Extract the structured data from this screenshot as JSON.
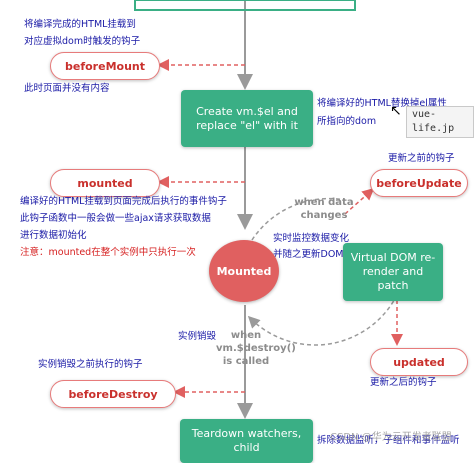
{
  "notes": {
    "mount_top_1": "将编译完成的HTML挂载到",
    "mount_top_2": "对应虚拟dom时触发的钩子",
    "no_content": "此时页面并没有内容",
    "replace_el_1": "将编译好的HTML替换掉el属性",
    "replace_el_2": "所指向的dom",
    "mounted_1": "编译好的HTML挂载到页面完成后执行的事件钩子",
    "mounted_2": "此钩子函数中一般会做一些ajax请求获取数据",
    "mounted_3": "进行数据初始化",
    "mounted_4": "注意：mounted在整个实例中只执行一次",
    "before_update": "更新之前的钩子",
    "watch_1": "实时监控数据变化",
    "watch_2": "并随之更新DOM",
    "destroy": "实例销毁",
    "before_destroy": "实例销毁之前执行的钩子",
    "after_update": "更新之后的钩子",
    "teardown_note": "拆除数据监听，子组件和事件监听"
  },
  "hooks": {
    "before_mount": "beforeMount",
    "mounted": "mounted",
    "before_update": "beforeUpdate",
    "updated": "updated",
    "before_destroy": "beforeDestroy"
  },
  "boxes": {
    "create_el": "Create vm.$el and replace \"el\" with it",
    "virtual_dom": "Virtual DOM re-render and patch",
    "teardown": "Teardown watchers, child"
  },
  "circle": "Mounted",
  "labels": {
    "when_data_changes": "when data changes",
    "when_destroy": "when vm.$destroy() is called"
  },
  "tooltip": "vue-life.jp",
  "watermark": "CSDN @华为云开发者联盟",
  "colors": {
    "green": "#3aaf85",
    "red": "#e06060",
    "note_blue": "#1a1aa6",
    "note_red": "#d62020",
    "hook_text": "#c9302c",
    "gray": "#8c8c8c"
  }
}
